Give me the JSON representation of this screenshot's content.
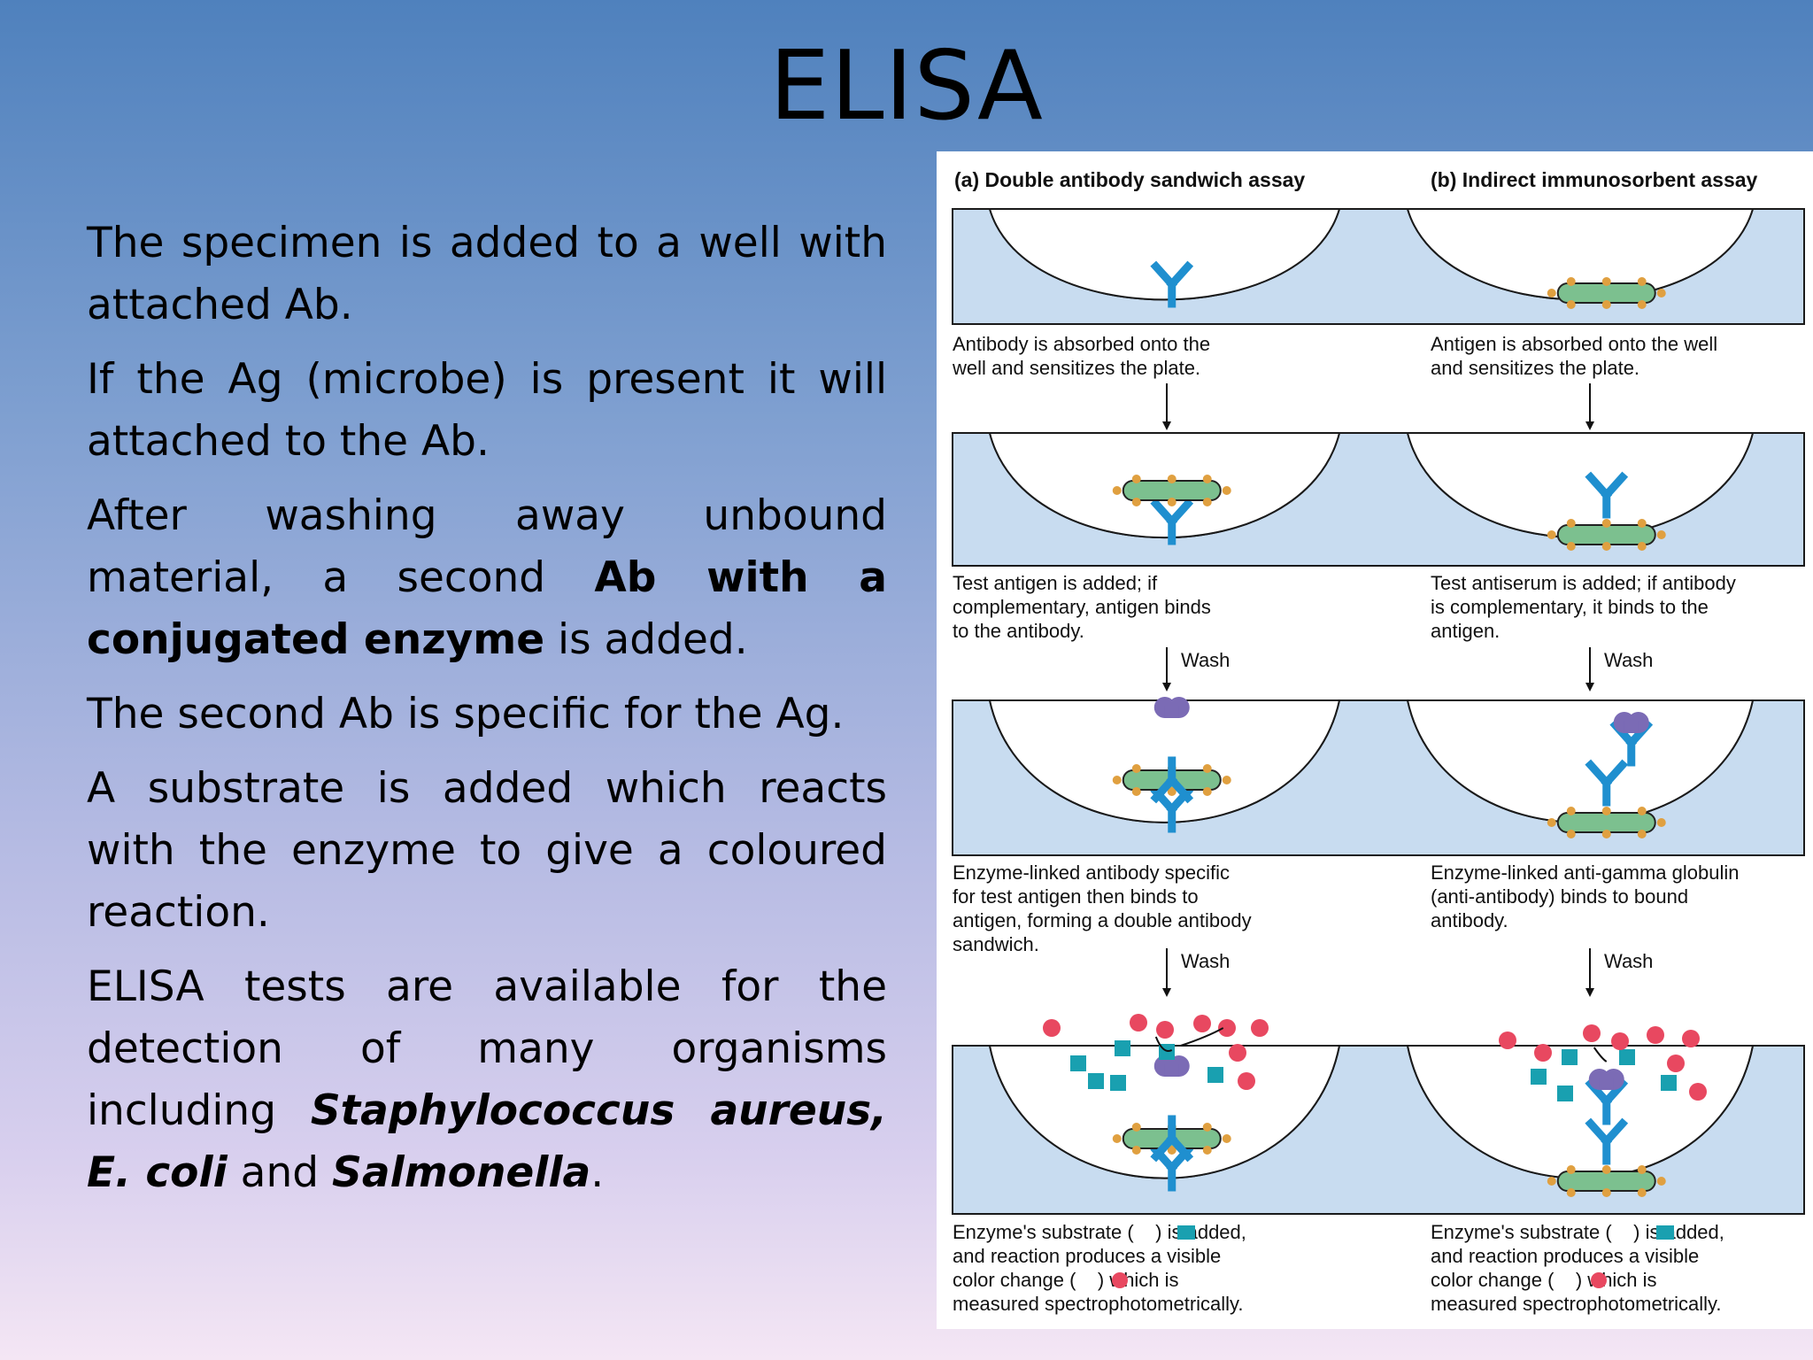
{
  "slide": {
    "title": "ELISA",
    "paragraphs": [
      {
        "text": "The specimen is added to a well with attached Ab."
      },
      {
        "text": "If the Ag (microbe) is present it will attached to the Ab."
      },
      {
        "pre": "After washing away unbound material, a second ",
        "bold": "Ab with a conjugated enzyme",
        "post": " is added."
      },
      {
        "text": "The second Ab is specific for the Ag."
      },
      {
        "text": "A substrate is added which reacts with the enzyme to give a coloured reaction."
      },
      {
        "pre": "ELISA tests are available for the detection of many organisms including ",
        "italic_bold": "Staphylococcus aureus, E. coli",
        "mid": " and ",
        "italic_bold2": "Salmonella",
        "post": "."
      }
    ]
  },
  "figure": {
    "header_a": "(a) Double antibody sandwich assay",
    "header_b": "(b) Indirect immunosorbent assay",
    "wash_label": "Wash",
    "captions_a": [
      [
        "Antibody is absorbed onto the",
        "well and sensitizes the plate."
      ],
      [
        "Test antigen is added; if",
        "complementary, antigen binds",
        "to the antibody."
      ],
      [
        "Enzyme-linked antibody specific",
        "for test antigen then binds to",
        "antigen, forming a double antibody",
        "sandwich."
      ],
      [
        "Enzyme's substrate (    ) is added,",
        "and reaction produces a visible",
        "color change (    ) which is",
        "measured spectrophotometrically."
      ]
    ],
    "captions_b": [
      [
        "Antigen is absorbed onto the well",
        "and sensitizes the plate."
      ],
      [
        "Test antiserum is added; if antibody",
        "is complementary, it binds to the",
        "antigen."
      ],
      [
        "Enzyme-linked anti-gamma globulin",
        "(anti-antibody) binds to bound",
        "antibody."
      ],
      [
        "Enzyme's substrate (    ) is added,",
        "and reaction produces a visible",
        "color change (    ) which is",
        "measured spectrophotometrically."
      ]
    ],
    "colors": {
      "well_fill": "#c8dcf0",
      "well_stroke": "#1a1a1a",
      "antibody": "#1f8fcf",
      "antigen_body": "#7cc08f",
      "antigen_dots": "#e0a040",
      "enzyme": "#7b6bb5",
      "substrate": "#19a0b0",
      "product": "#e84860"
    }
  }
}
